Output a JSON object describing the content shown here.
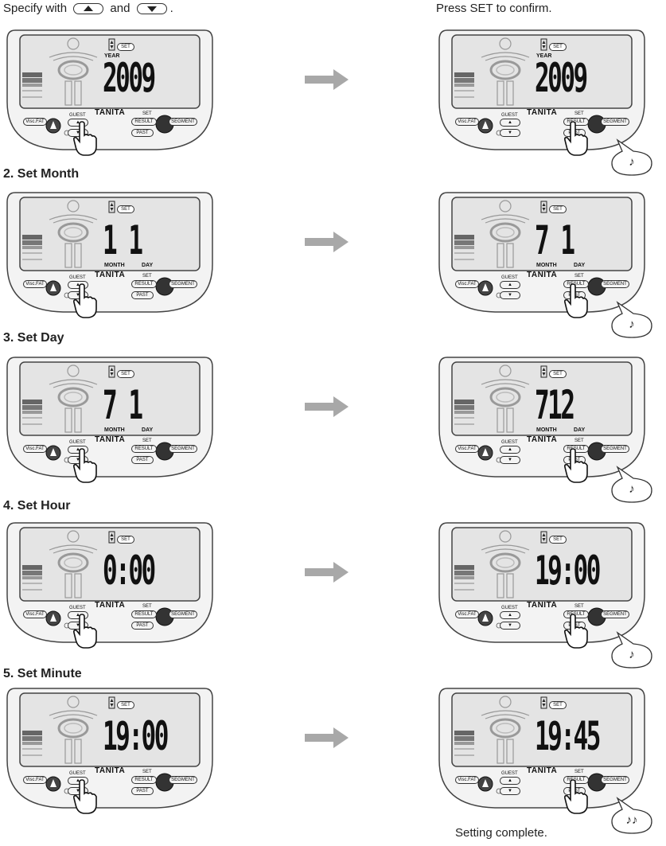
{
  "instructions": {
    "specify_prefix": "Specify with",
    "specify_and": "and",
    "specify_suffix": ".",
    "press_set": "Press SET to confirm.",
    "complete": "Setting complete."
  },
  "steps": [
    {
      "heading": "",
      "label_before": "YEAR",
      "label_after": "YEAR",
      "before": "2009",
      "after": "2009",
      "labels_month_day": false,
      "note": "♪"
    },
    {
      "heading": "2. Set Month",
      "before": "1 1",
      "after": "7 1",
      "labels_month_day": true,
      "note": "♪"
    },
    {
      "heading": "3. Set Day",
      "before": "7 1",
      "after": "712",
      "labels_month_day": true,
      "note": "♪"
    },
    {
      "heading": "4. Set Hour",
      "before": "0:00",
      "after": "19:00",
      "labels_month_day": false,
      "note": "♪"
    },
    {
      "heading": "5. Set Minute",
      "before": "19:00",
      "after": "19:45",
      "labels_month_day": false,
      "note": "♪♪"
    }
  ],
  "device": {
    "brand": "TANITA",
    "visc_fat": "Visc.FAT",
    "guest": "GUEST",
    "set": "SET",
    "result": "RESULT",
    "past": "PAST",
    "segment": "SEGMENT",
    "set_badge": "SET",
    "month": "MONTH",
    "day": "DAY",
    "year": "YEAR"
  },
  "colors": {
    "arrow": "#a8a8a8",
    "lcd": "#e6e6e6",
    "shell": "#f2f2f2"
  }
}
